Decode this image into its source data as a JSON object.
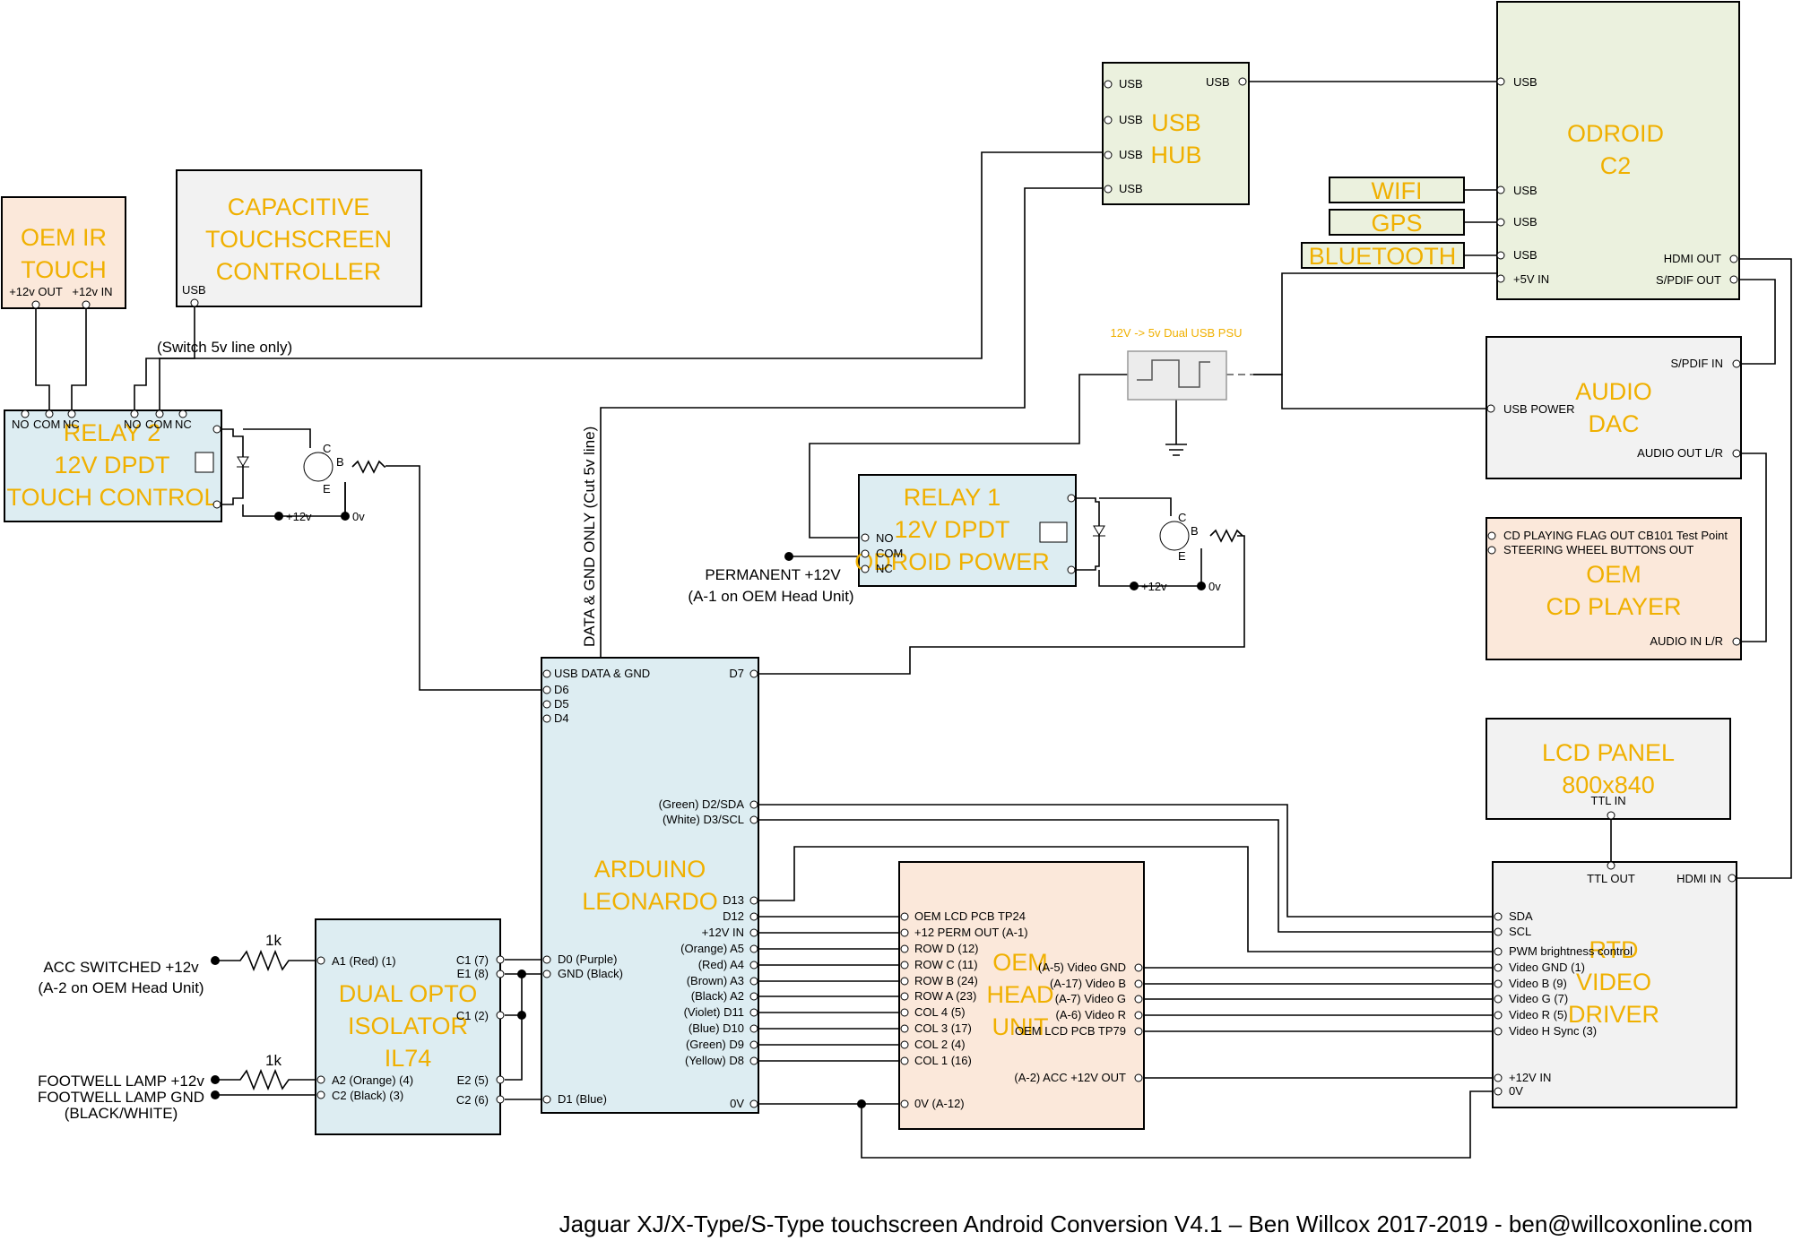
{
  "boxes": {
    "oem_ir": {
      "title": [
        "OEM IR",
        "TOUCH"
      ],
      "pins": [
        "+12v OUT",
        "+12v IN"
      ]
    },
    "cap_touch": {
      "title": [
        "CAPACITIVE",
        "TOUCHSCREEN",
        "CONTROLLER"
      ],
      "pins": [
        "USB"
      ]
    },
    "relay2": {
      "title": [
        "RELAY 2",
        "12V DPDT",
        "TOUCH CONTROL"
      ],
      "pins": [
        "NO",
        "COM",
        "NC",
        "NO",
        "COM",
        "NC"
      ]
    },
    "usb_hub": {
      "title": [
        "USB",
        "HUB"
      ],
      "pins": [
        "USB",
        "USB",
        "USB",
        "USB",
        "USB"
      ]
    },
    "odroid": {
      "title": [
        "ODROID",
        "C2"
      ],
      "pins": [
        "USB",
        "USB",
        "USB",
        "USB",
        "+5V IN",
        "HDMI OUT",
        "S/PDIF OUT"
      ]
    },
    "wifi": {
      "title": "WIFI"
    },
    "gps": {
      "title": "GPS"
    },
    "bluetooth": {
      "title": "BLUETOOTH"
    },
    "audio_dac": {
      "title": [
        "AUDIO",
        "DAC"
      ],
      "pins": [
        "S/PDIF IN",
        "USB POWER",
        "AUDIO OUT L/R"
      ]
    },
    "relay1": {
      "title": [
        "RELAY 1",
        "12V DPDT",
        "ODROID POWER"
      ],
      "pins": [
        "NO",
        "COM",
        "NC"
      ]
    },
    "cd_player": {
      "title": [
        "OEM",
        "CD PLAYER"
      ],
      "pins": [
        "CD PLAYING FLAG OUT CB101 Test Point",
        "STEERING WHEEL BUTTONS OUT",
        "AUDIO IN L/R"
      ]
    },
    "lcd_panel": {
      "title": [
        "LCD PANEL",
        "800x840"
      ],
      "pins": [
        "TTL IN"
      ]
    },
    "arduino": {
      "title": [
        "ARDUINO",
        "LEONARDO"
      ],
      "pins_left_top": [
        "USB DATA & GND",
        "D6",
        "D5",
        "D4"
      ],
      "pins_right": [
        "D7",
        "(Green) D2/SDA",
        "(White) D3/SCL",
        "D13",
        "D12",
        "+12V IN",
        "(Orange) A5",
        "(Red) A4",
        "(Brown) A3",
        "(Black) A2",
        "(Violet) D11",
        "(Blue) D10",
        "(Green) D9",
        "(Yellow) D8",
        "0V"
      ],
      "pins_left_bottom": [
        "D0 (Purple)",
        "GND (Black)",
        "D1 (Blue)"
      ]
    },
    "opto": {
      "title": [
        "DUAL OPTO",
        "ISOLATOR",
        "IL74"
      ],
      "pins_left": [
        "A1 (Red) (1)",
        "A2 (Orange) (4)",
        "C2 (Black) (3)"
      ],
      "pins_right": [
        "C1 (7)",
        "E1 (8)",
        "C1 (2)",
        "E2 (5)",
        "C2 (6)"
      ]
    },
    "head_unit": {
      "title": [
        "OEM",
        "HEAD",
        "UNIT"
      ],
      "pins_left": [
        "OEM LCD PCB TP24",
        "+12 PERM OUT (A-1)",
        "ROW D (12)",
        "ROW C (11)",
        "ROW B (24)",
        "ROW A (23)",
        "COL 4 (5)",
        "COL 3 (17)",
        "COL 2 (4)",
        "COL 1 (16)",
        "0V (A-12)"
      ],
      "pins_right": [
        "(A-5) Video GND",
        "(A-17) Video B",
        "(A-7) Video G",
        "(A-6) Video R",
        "OEM LCD PCB TP79",
        "(A-2) ACC +12V OUT"
      ]
    },
    "rtd": {
      "title": [
        "RTD",
        "VIDEO",
        "DRIVER"
      ],
      "pins": [
        "TTL OUT",
        "HDMI IN",
        "SDA",
        "SCL",
        "PWM brightness control",
        "Video GND (1)",
        "Video B (9)",
        "Video G (7)",
        "Video R (5)",
        "Video H Sync (3)",
        "+12V IN",
        "0V"
      ]
    }
  },
  "psu_label": "12V -> 5v Dual USB PSU",
  "notes": {
    "switch5v": "(Switch 5v line only)",
    "data_gnd": "DATA & GND ONLY (Cut 5v line)",
    "permanent": [
      "PERMANENT +12V",
      "(A-1 on OEM Head Unit)"
    ],
    "acc": [
      "ACC SWITCHED +12v",
      "(A-2 on OEM Head Unit)"
    ],
    "footwell12": "FOOTWELL LAMP +12v",
    "footwell_gnd": [
      "FOOTWELL LAMP GND",
      "(BLACK/WHITE)"
    ],
    "plus12v": "+12v",
    "zero_v": "0v",
    "r1k": "1k",
    "trans_c": "C",
    "trans_b": "B",
    "trans_e": "E"
  },
  "footer": "Jaguar XJ/X-Type/S-Type touchscreen Android Conversion V4.1 – Ben Willcox 2017-2019 - ben@willcoxonline.com",
  "colors": {
    "title": "#f0b000",
    "blue": "#ddedf2",
    "peach": "#fbe8da",
    "grey": "#f2f2f2",
    "green": "#ebf1de"
  }
}
